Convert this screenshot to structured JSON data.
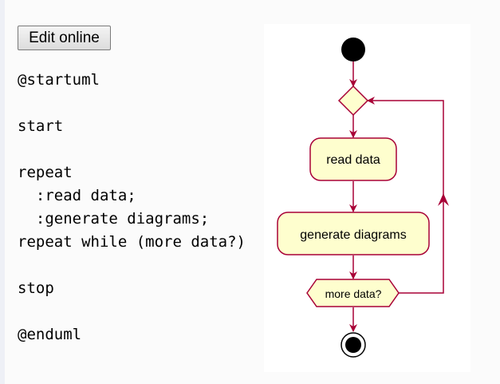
{
  "toolbar": {
    "edit_label": "Edit online"
  },
  "code": {
    "lines": [
      "@startuml",
      "",
      "start",
      "",
      "repeat",
      "  :read data;",
      "  :generate diagrams;",
      "repeat while (more data?)",
      "",
      "stop",
      "",
      "@enduml"
    ]
  },
  "diagram": {
    "activities": [
      "read data",
      "generate diagrams"
    ],
    "condition": "more data?",
    "colors": {
      "node_fill": "#FEFECE",
      "border": "#A80036",
      "start_fill": "#000000"
    }
  }
}
